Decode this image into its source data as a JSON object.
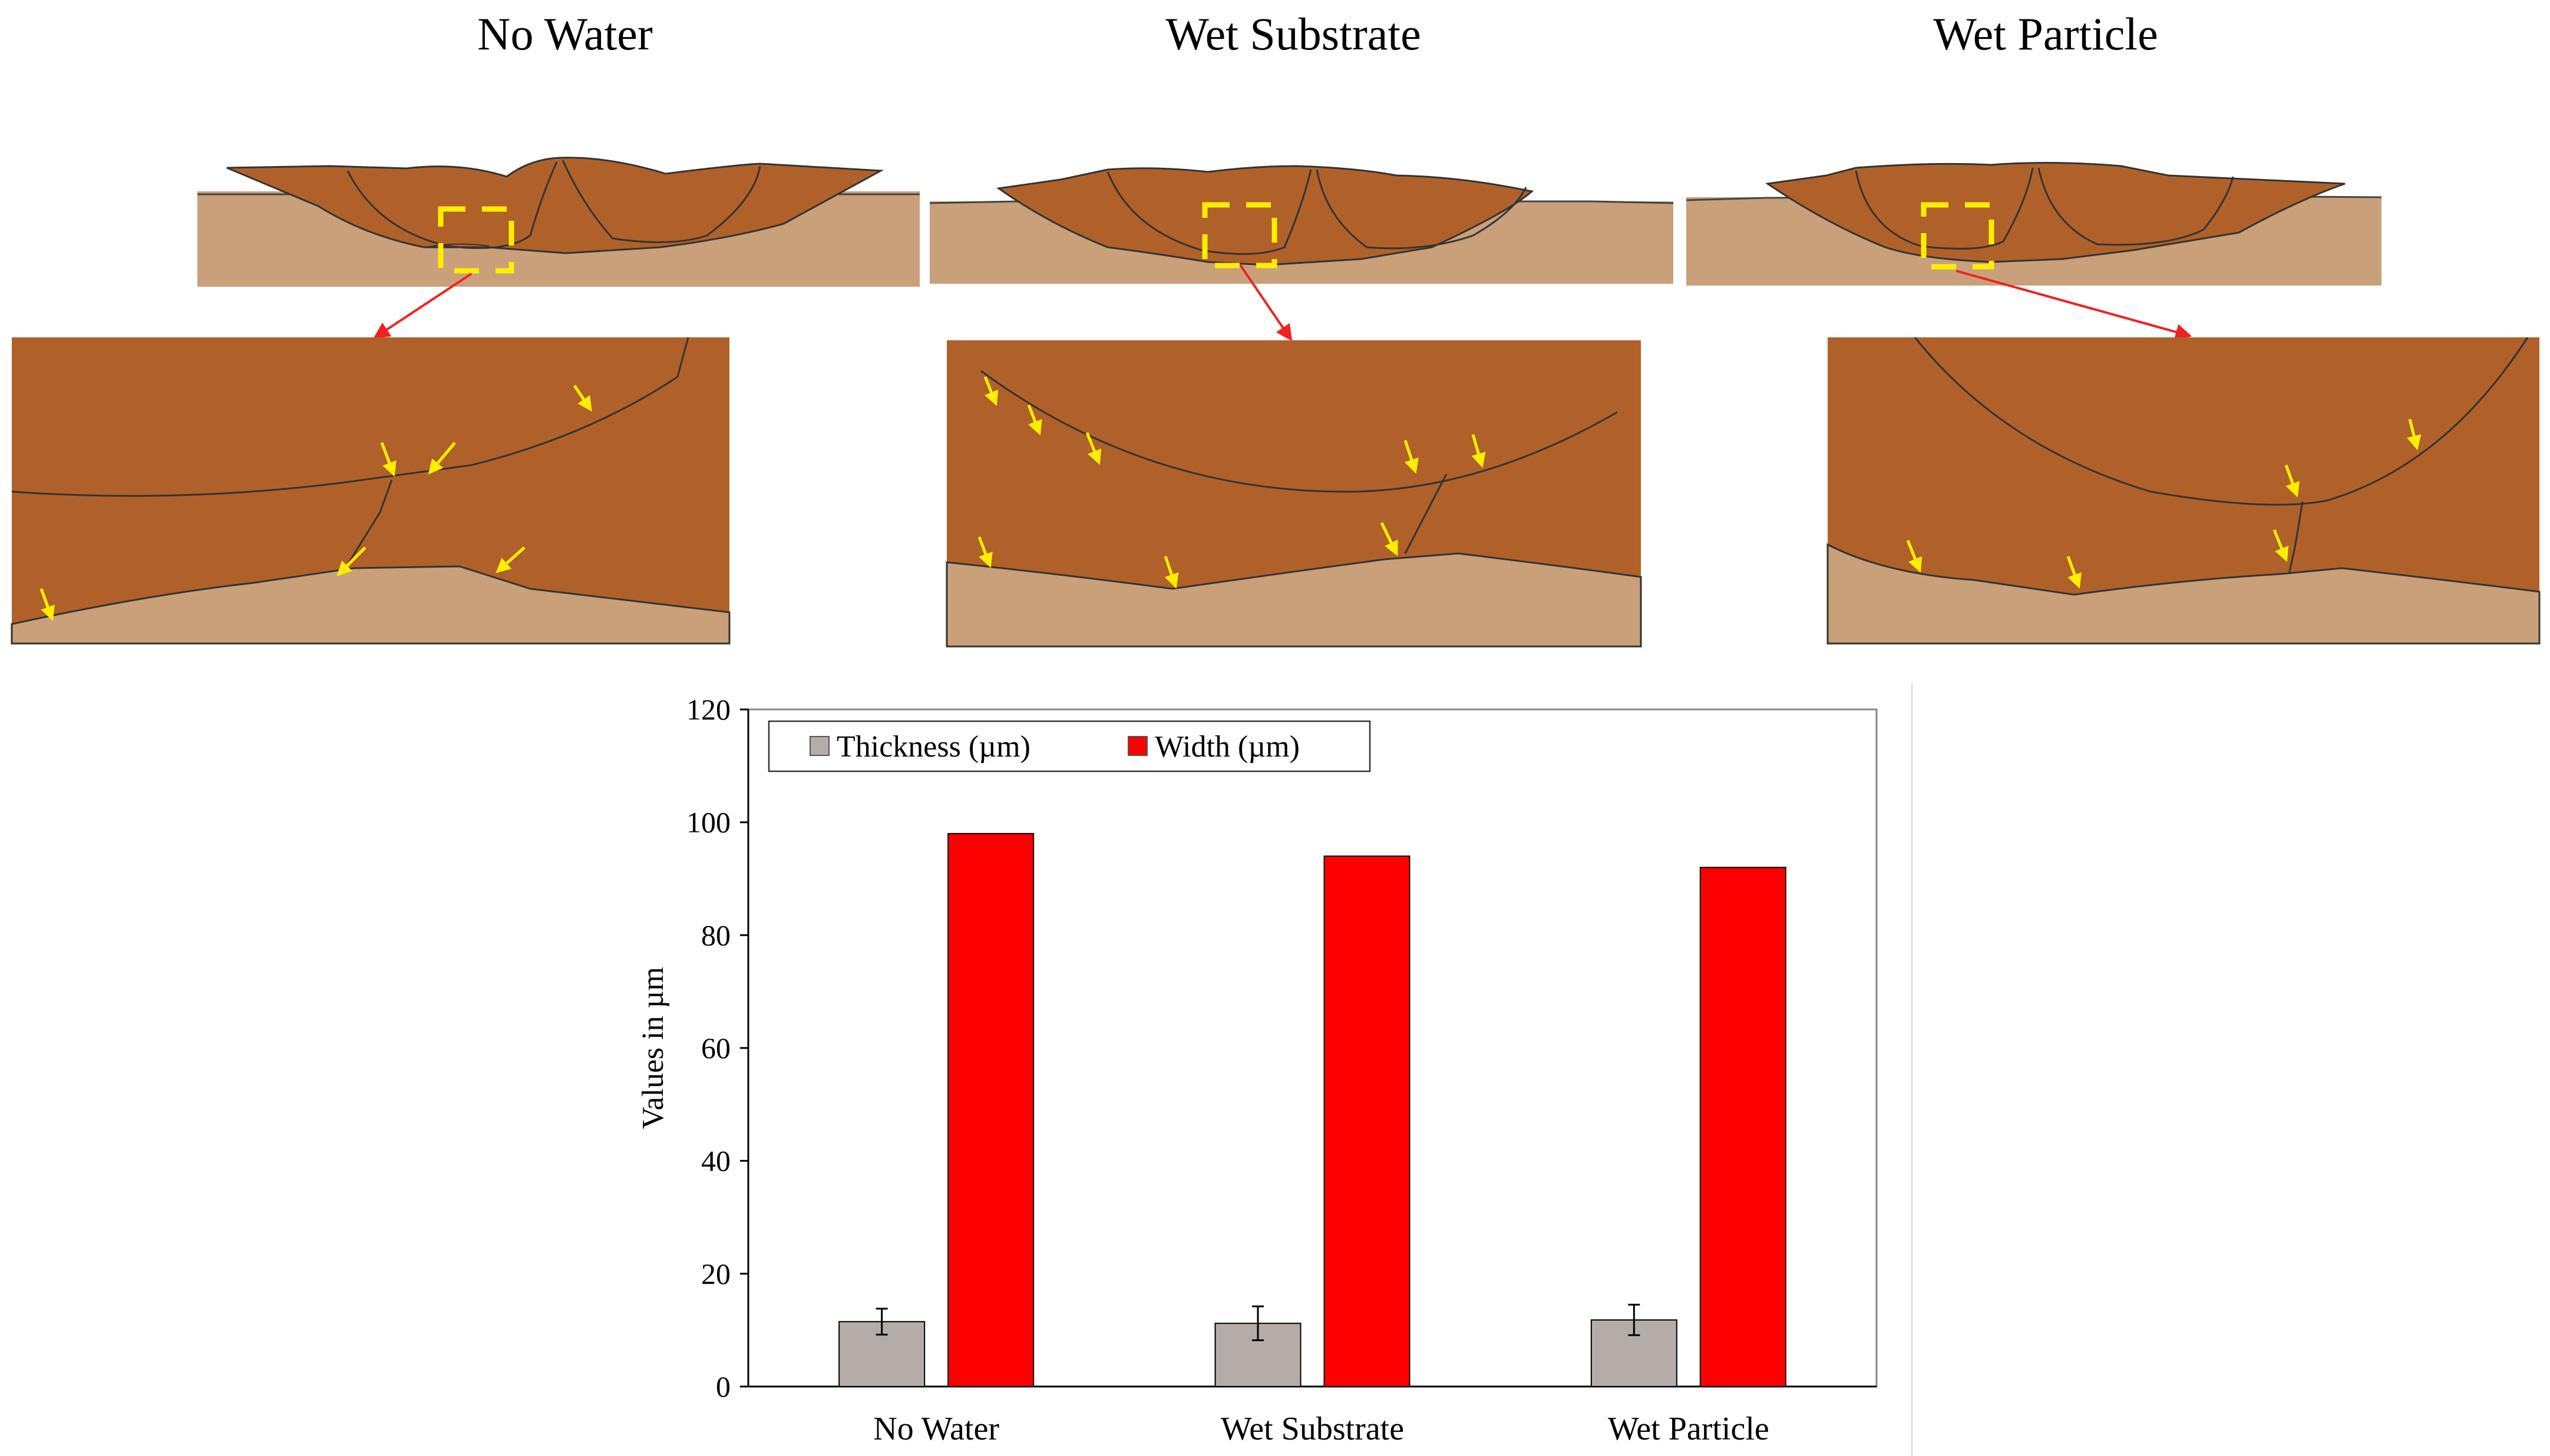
{
  "panels": {
    "titles": [
      "No Water",
      "Wet Substrate",
      "Wet Particle"
    ]
  },
  "colors": {
    "particle": "#b0612a",
    "substrate": "#c9a07a",
    "marker": "#ffee00",
    "arrow": "#ee2222",
    "thickness_bar": "#b3aca8",
    "width_bar": "#ff0000"
  },
  "chart_data": {
    "type": "bar",
    "categories": [
      "No Water",
      "Wet Substrate",
      "Wet Particle"
    ],
    "series": [
      {
        "name": "Thickness  (µm)",
        "values": [
          11.5,
          11.2,
          11.8
        ],
        "error": [
          2.3,
          3.0,
          2.7
        ]
      },
      {
        "name": "Width (µm)",
        "values": [
          98,
          94,
          92
        ]
      }
    ],
    "ylabel": "Values in µm",
    "ylim": [
      0,
      120
    ],
    "yticks": [
      "0",
      "20",
      "40",
      "60",
      "80",
      "100",
      "120"
    ],
    "legend": "top-left",
    "grid": false
  }
}
